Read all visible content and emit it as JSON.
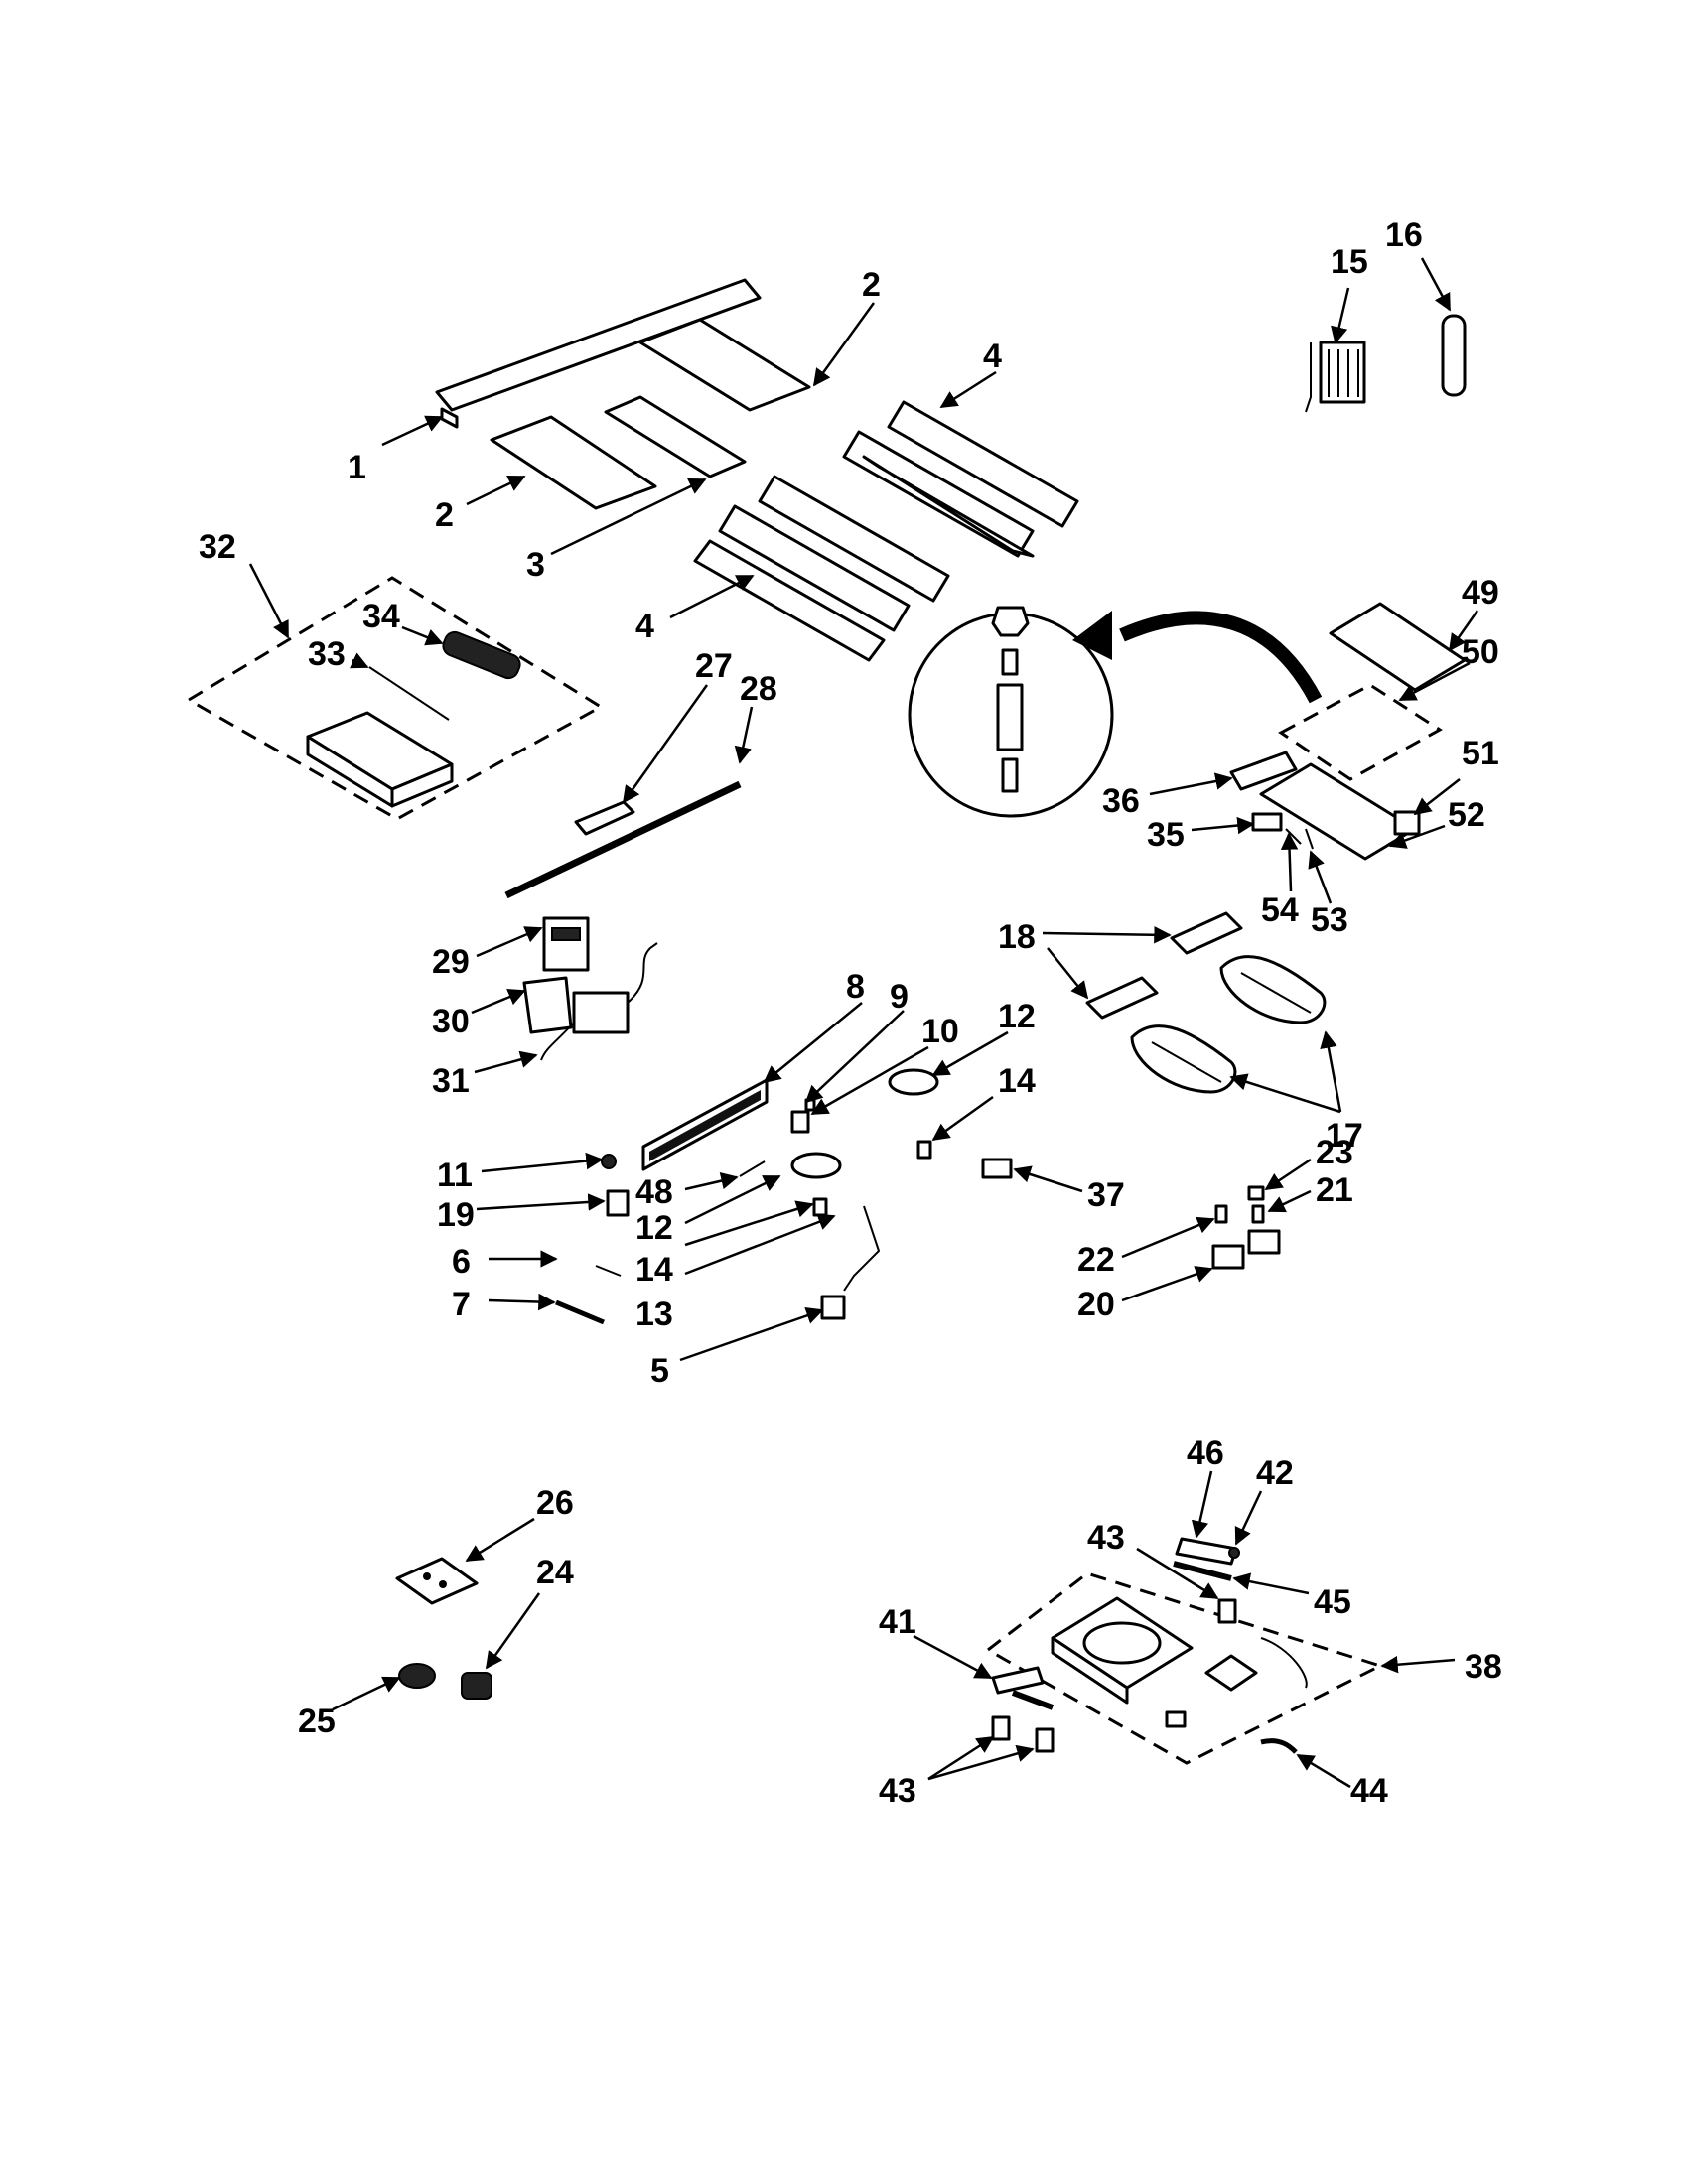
{
  "callouts": [
    "1",
    "2",
    "2",
    "3",
    "4",
    "4",
    "5",
    "6",
    "7",
    "8",
    "9",
    "10",
    "11",
    "12",
    "12",
    "13",
    "14",
    "14",
    "15",
    "16",
    "17",
    "18",
    "19",
    "20",
    "21",
    "22",
    "23",
    "24",
    "25",
    "26",
    "27",
    "28",
    "29",
    "30",
    "31",
    "32",
    "33",
    "34",
    "35",
    "36",
    "37",
    "38",
    "41",
    "42",
    "43",
    "43",
    "44",
    "45",
    "46",
    "48",
    "49",
    "50",
    "51",
    "52",
    "53",
    "54"
  ]
}
